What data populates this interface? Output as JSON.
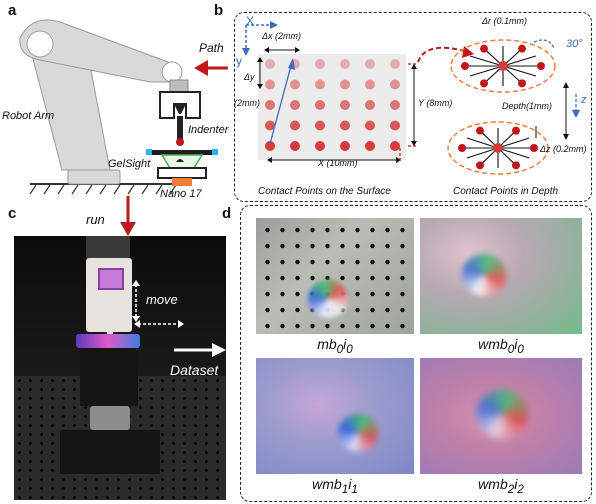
{
  "panels": {
    "a": "a",
    "b": "b",
    "c": "c",
    "d": "d"
  },
  "panel_a": {
    "robot_arm": "Robot Arm",
    "path": "Path",
    "indenter": "Indenter",
    "gelsight": "GelSight",
    "nano17": "Nano 17"
  },
  "panel_b": {
    "axis_x": "X",
    "axis_y": "y",
    "delta_x": "Δx (2mm)",
    "delta_y_sym": "Δy",
    "delta_y_val": "(2mm)",
    "big_y": "Y (8mm)",
    "big_x": "X (10mm)",
    "caption_surface": "Contact Points on the Surface",
    "delta_r": "Δr (0.1mm)",
    "angle": "30°",
    "depth": "Depth(1mm)",
    "axis_z": "z",
    "delta_z": "Δz (0.2mm)",
    "caption_depth": "Contact Points in Depth"
  },
  "panel_c": {
    "run": "run",
    "move": "move",
    "dataset": "Dataset"
  },
  "panel_d": {
    "captions": [
      {
        "base": "mb",
        "s1": "0",
        "mid": "i",
        "s2": "0"
      },
      {
        "base": "wmb",
        "s1": "0",
        "mid": "i",
        "s2": "0"
      },
      {
        "base": "wmb",
        "s1": "1",
        "mid": "i",
        "s2": "1"
      },
      {
        "base": "wmb",
        "s1": "2",
        "mid": "i",
        "s2": "2"
      }
    ]
  },
  "colors": {
    "red_arrow": "#c0171b",
    "blue_axis": "#3b6cc2",
    "orange_dash": "#f07d3c",
    "dot": "#d63a3a"
  }
}
